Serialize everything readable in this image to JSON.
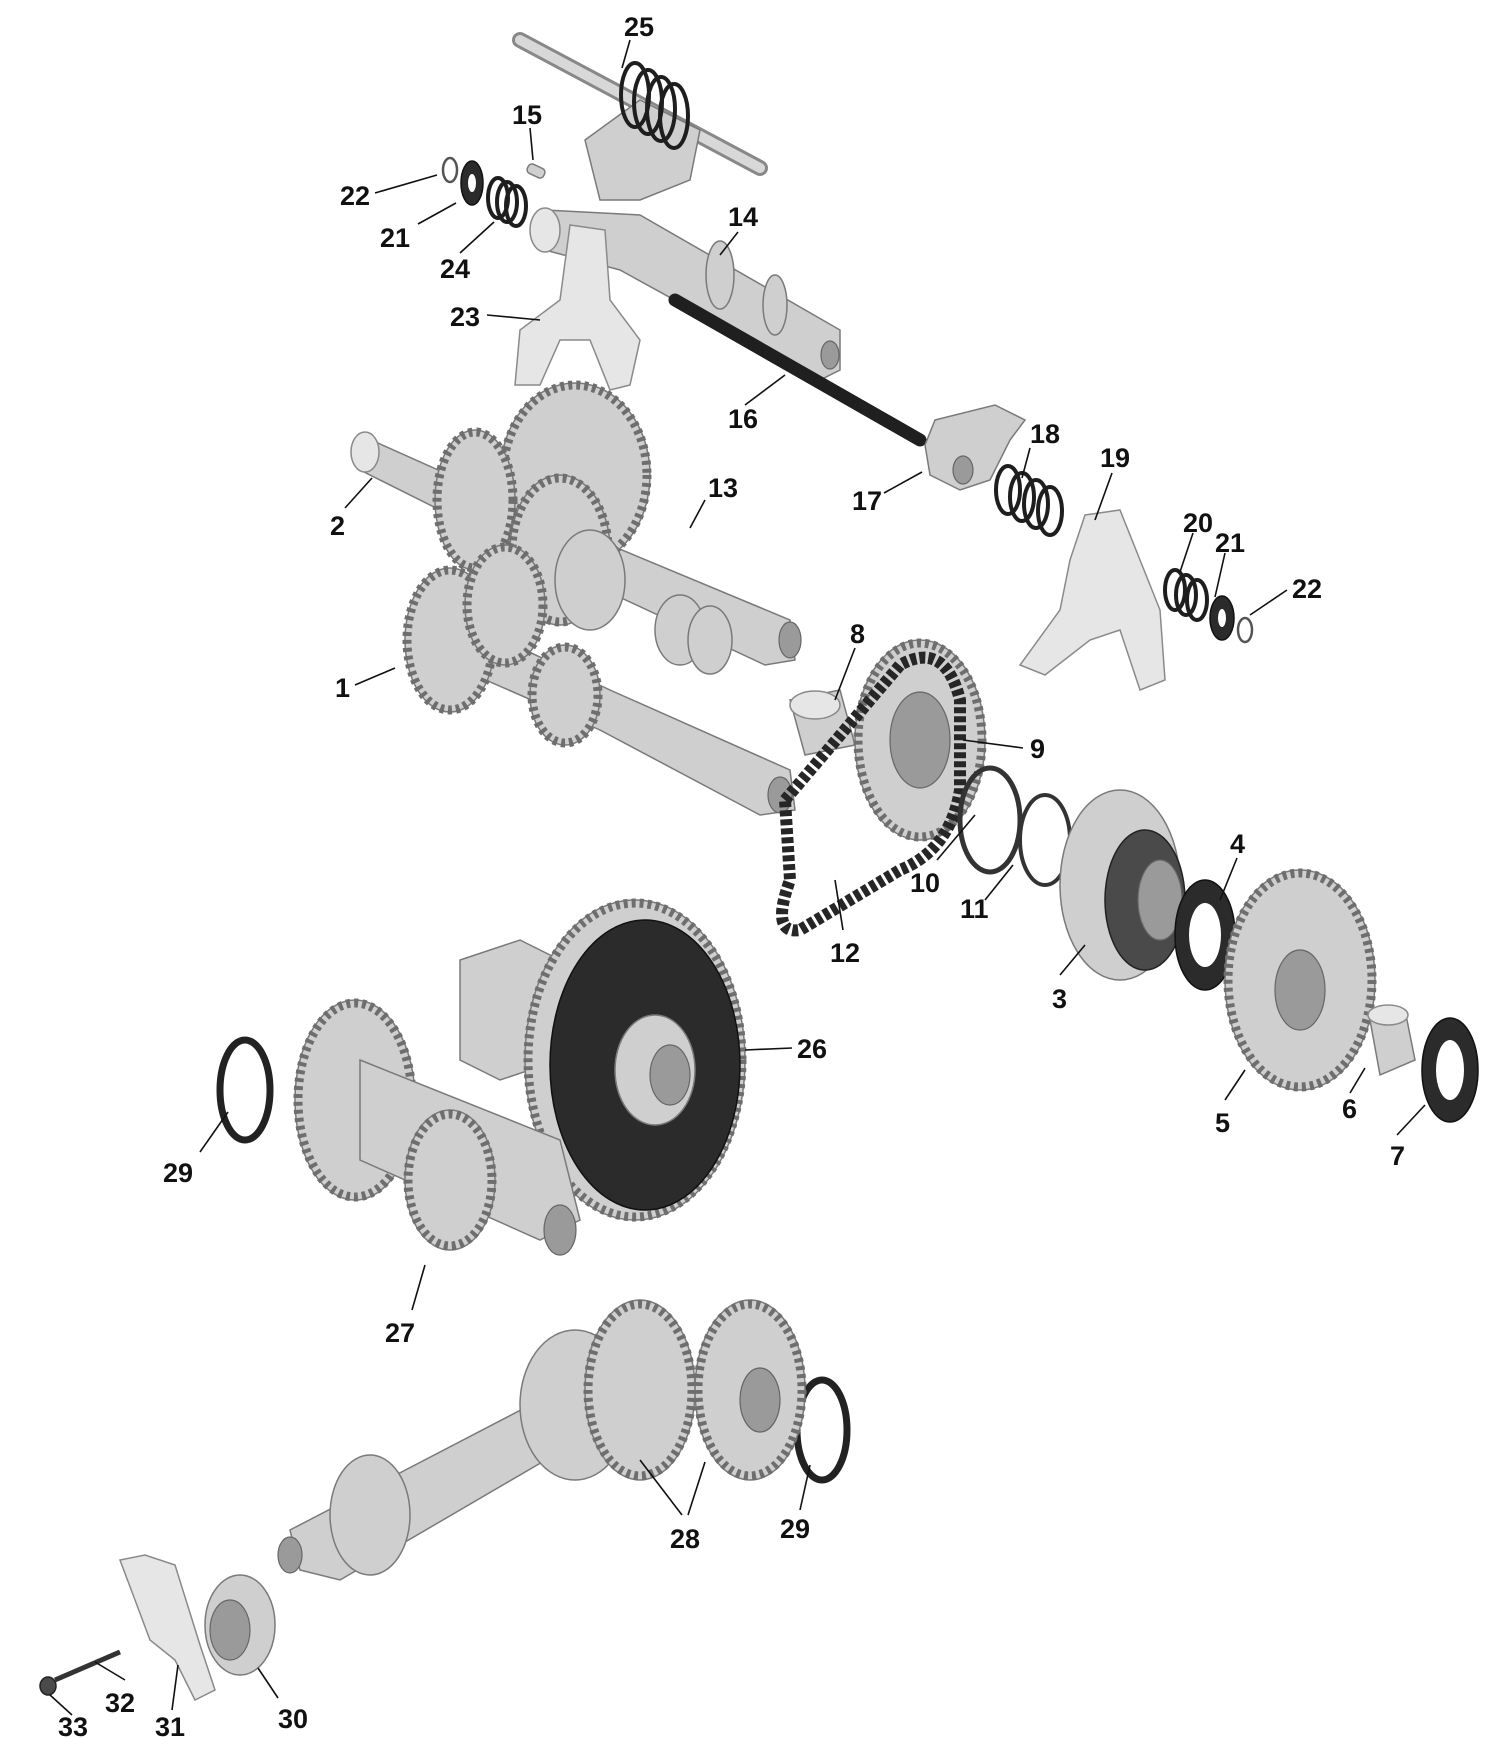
{
  "callouts": {
    "c1": "1",
    "c2": "2",
    "c3": "3",
    "c4": "4",
    "c5": "5",
    "c6": "6",
    "c7": "7",
    "c8": "8",
    "c9": "9",
    "c10": "10",
    "c11": "11",
    "c12": "12",
    "c13": "13",
    "c14": "14",
    "c15": "15",
    "c16": "16",
    "c17": "17",
    "c18": "18",
    "c19": "19",
    "c20": "20",
    "c21a": "21",
    "c21b": "21",
    "c22a": "22",
    "c22b": "22",
    "c23": "23",
    "c24": "24",
    "c25": "25",
    "c26": "26",
    "c27": "27",
    "c28": "28",
    "c29a": "29",
    "c29b": "29",
    "c30": "30",
    "c31": "31",
    "c32": "32",
    "c33": "33"
  }
}
